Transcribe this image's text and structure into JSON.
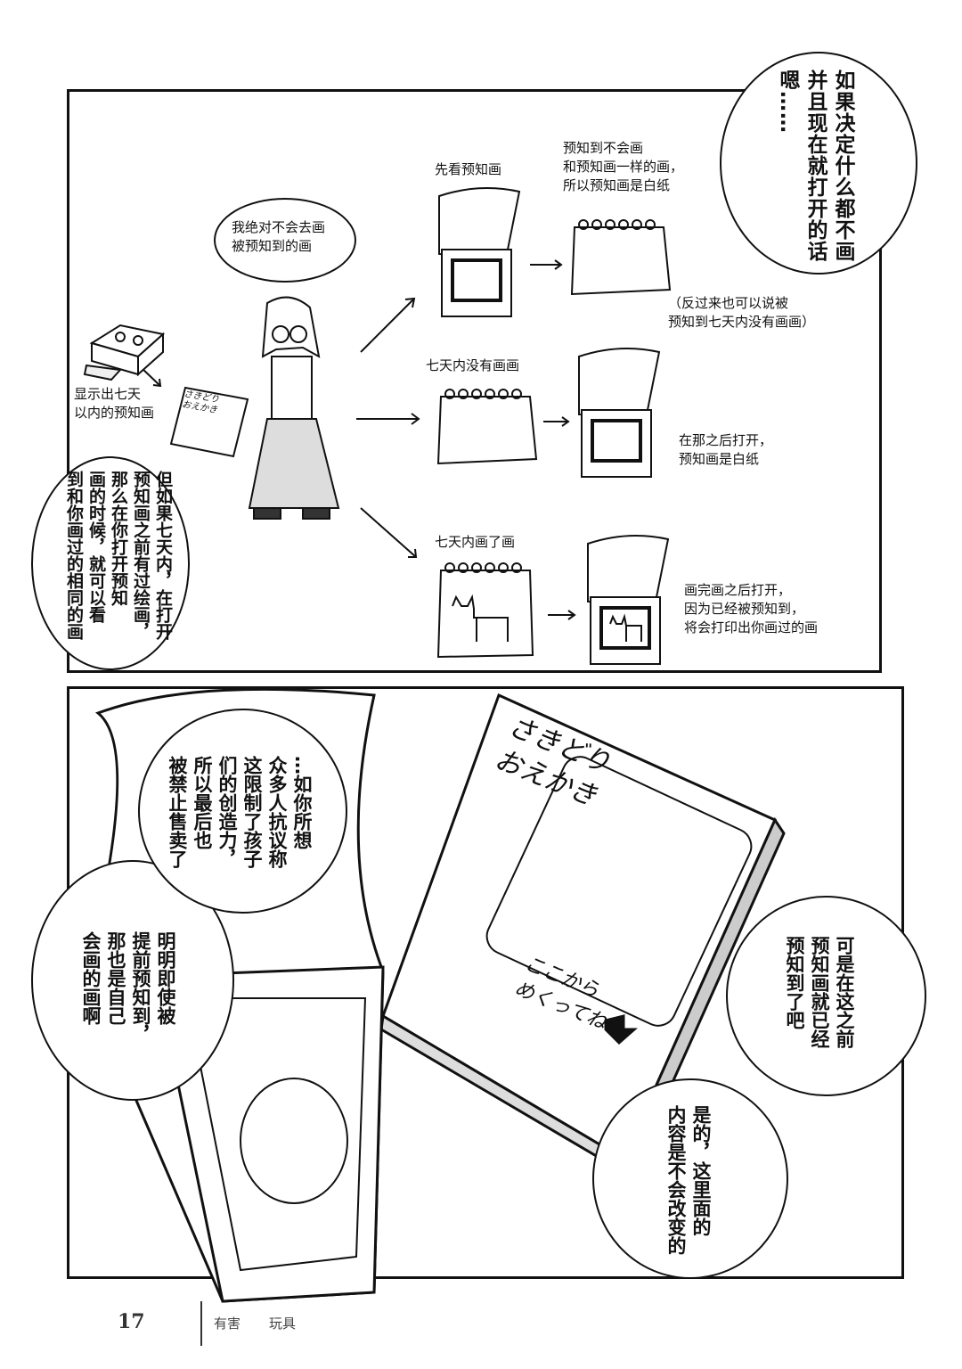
{
  "panel_top": {
    "bubble_thinking": {
      "lines": [
        "如果决定什么都不画",
        "并且现在就打开的话",
        "嗯……"
      ]
    },
    "bubble_character": {
      "lines": [
        "我绝对不会去画",
        "被预知到的画"
      ]
    },
    "bubble_explanation": {
      "lines": [
        "但如果七天内，在打开",
        "预知画之前有过绘画，",
        "那么在你打开预知",
        "画的时候，就可以看",
        "到和你画过的相同的画"
      ]
    },
    "caption_device": [
      "显示出七天",
      "以内的预知画"
    ],
    "branch_1": {
      "title": "先看预知画",
      "result": [
        "预知到不会画",
        "和预知画一样的画，",
        "所以预知画是白纸"
      ],
      "note": [
        "（反过来也可以说被",
        "预知到七天内没有画画）"
      ]
    },
    "branch_2": {
      "title": "七天内没有画画",
      "result": [
        "在那之后打开，",
        "预知画是白纸"
      ]
    },
    "branch_3": {
      "title": "七天内画了画",
      "result": [
        "画完画之后打开，",
        "因为已经被预知到，",
        "将会打印出你画过的画"
      ]
    },
    "notebook_label": [
      "さきどり",
      "おえかき"
    ]
  },
  "panel_bottom": {
    "bubble_protest": {
      "lines": [
        "…如你所想",
        "众多人抗议称",
        "这限制了孩子",
        "们的创造力，",
        "所以最后也",
        "被禁止售卖了"
      ]
    },
    "bubble_complaint": {
      "lines": [
        "明明即使被",
        "提前预知到，",
        "那也是自己",
        "会画的画啊"
      ]
    },
    "bubble_question": {
      "lines": [
        "可是在这之前",
        "预知画就已经",
        "预知到了吧"
      ]
    },
    "bubble_answer": {
      "lines": [
        "是的，这里面的",
        "内容是不会改变的"
      ]
    },
    "notebook_title": [
      "さきどり",
      "おえかき"
    ],
    "notebook_hint": [
      "ここから",
      "めくってね"
    ]
  },
  "footer": {
    "page_number": "17",
    "title_start": "有害",
    "title_end": "玩具"
  }
}
